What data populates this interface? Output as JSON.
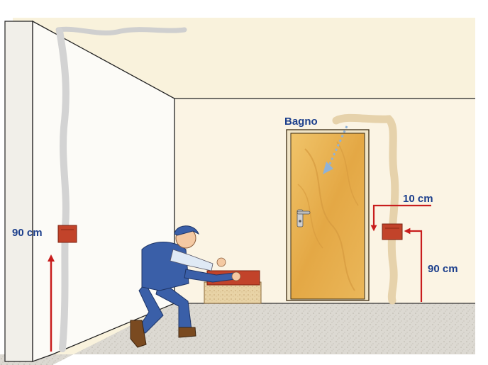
{
  "labels": {
    "door_room": "Bagno",
    "left_outlet_height": "90 cm",
    "right_outlet_offset": "10 cm",
    "right_outlet_height": "90 cm"
  },
  "colors": {
    "background": "#f9f2dc",
    "wall_left": "#fcfbf7",
    "wall_back": "#fbf4e4",
    "floor": "#e7e4de",
    "door_frame": "#f0e4c6",
    "door": "#e7b24f",
    "measure_arrow": "#c81d1d",
    "outlet_box": "#c2432a",
    "cable_channel": "#d3d3d3",
    "label_text": "#1c3f8c",
    "worker_overalls": "#3a5fa8"
  },
  "icons": [
    "electrical-box-icon",
    "door-handle-icon",
    "arrow-up-icon",
    "arrow-left-icon",
    "dotted-arrow-icon"
  ]
}
